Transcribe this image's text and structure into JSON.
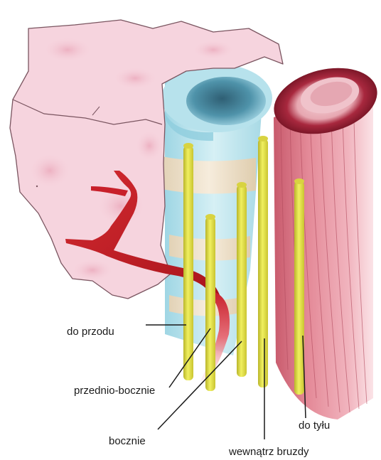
{
  "labels": {
    "front": "do przodu",
    "anterolateral": "przednio-bocznie",
    "lateral": "bocznie",
    "inside_groove": "wewnątrz bruzdy",
    "back": "do tyłu"
  },
  "colors": {
    "bone": "#f6d4de",
    "bone_edge": "#7a5560",
    "artery": "#c8202a",
    "nerve": "#e5e54a",
    "muscle": "#d9707e",
    "cartilage_blue": "#bfe6ee",
    "disc": "#efe3cf"
  }
}
